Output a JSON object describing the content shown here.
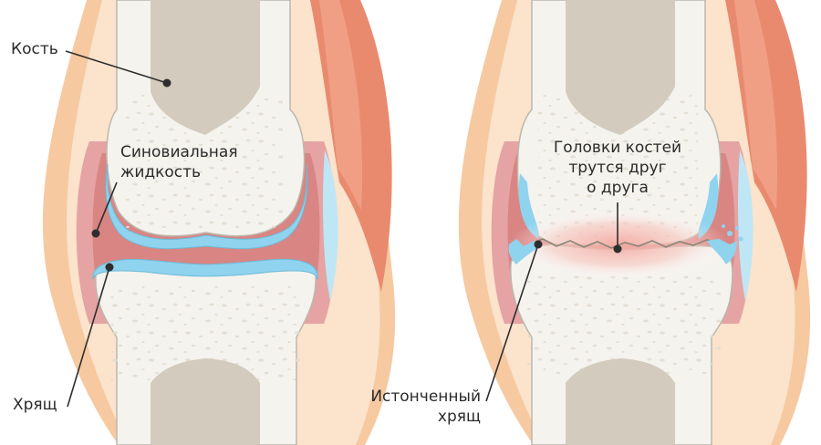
{
  "left_joint": {
    "labels": {
      "bone": "Кость",
      "synovial_line1": "Синовиальная",
      "synovial_line2": "жидкость",
      "cartilage": "Хрящ"
    }
  },
  "right_joint": {
    "labels": {
      "friction_line1": "Головки костей",
      "friction_line2": "трутся друг",
      "friction_line3": "о друга",
      "thinned_line1": "Истонченный",
      "thinned_line2": "хрящ"
    }
  },
  "colors": {
    "skin_outer": "#f6c9a1",
    "skin_inner": "#fbe3cc",
    "muscle": "#e98a6e",
    "muscle_light": "#f2a88e",
    "capsule": "#e5a3a3",
    "synovial": "#d98583",
    "bone_outer": "#f5f3ee",
    "bone_inner": "#d3cbbd",
    "cartilage": "#8fd3ee",
    "inflammation": "#f7c3bd",
    "leader": "#2e2e2e"
  }
}
